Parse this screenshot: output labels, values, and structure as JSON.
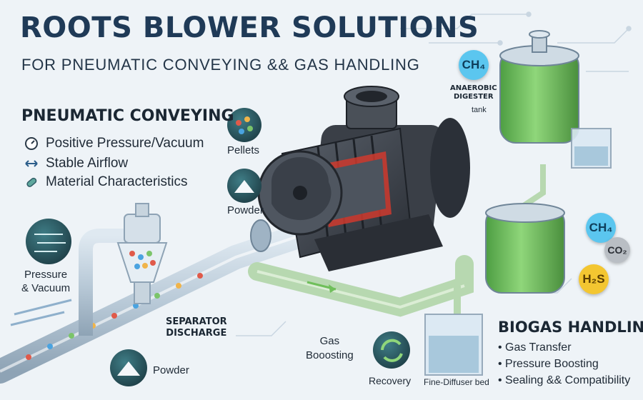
{
  "header": {
    "title": "ROOTS BLOWER SOLUTIONS",
    "subtitle": "FOR PNEUMATIC CONVEYING && GAS HANDLING"
  },
  "pneumatic": {
    "heading": "PNEUMATIC CONVEYING",
    "features": [
      {
        "label": "Positive Pressure/Vacuum",
        "icon": "gauge-icon"
      },
      {
        "label": "Stable Airflow",
        "icon": "double-arrow-icon"
      },
      {
        "label": "Material Characteristics",
        "icon": "capsule-icon"
      }
    ]
  },
  "labels": {
    "pellets": "Pellets",
    "powder_top": "Powder",
    "pressure_vacuum": "Pressure\n& Vacuum",
    "separator_discharge": "SEPARATOR\nDISCHARGE",
    "powder_bottom": "Powder",
    "gas_boosting": "Gas\nBooosting",
    "recovery": "Recovery",
    "fine_diffuser": "Fine-Diffuser bed",
    "anaerobic": "ANAEROBIC\nDIGESTER",
    "tank": "tank"
  },
  "biogas": {
    "heading": "BIOGAS HANDLING",
    "bullets": [
      "• Gas Transfer",
      "• Pressure Boosting",
      "• Sealing && Compatibility"
    ]
  },
  "chemicals": {
    "ch4_top": "CH₄",
    "ch4": "CH₄",
    "co2": "CO₂",
    "h2s": "H₂S"
  },
  "colors": {
    "title": "#1f3a57",
    "pipe": "#9fb3c4",
    "tank_liquid": "#6fbf5a",
    "blower_body": "#3a3f47",
    "icon_circle": "#2f5d66",
    "ch4": "#5bc6ef",
    "co2": "#b9bec4",
    "h2s": "#f3c631"
  }
}
